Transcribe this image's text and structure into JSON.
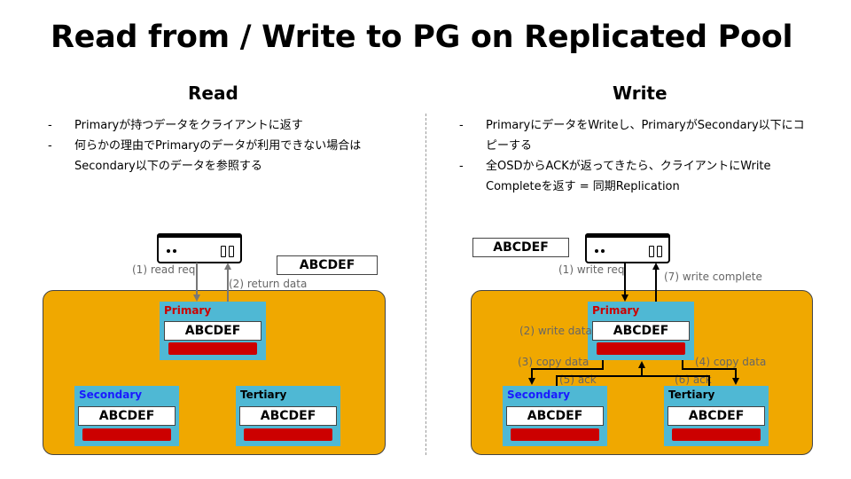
{
  "title": "Read from / Write to PG on Replicated Pool",
  "read": {
    "heading": "Read",
    "bullets": [
      "Primaryが持つデータをクライアントに返す",
      "何らかの理由でPrimaryのデータが利用できない場合は Secondary以下のデータを参照する"
    ],
    "object": "ABCDEF",
    "steps": {
      "read_req": "(1) read req",
      "return_data": "(2) return data"
    },
    "nodes": {
      "primary": {
        "label": "Primary",
        "data": "ABCDEF",
        "color": "#cc0000"
      },
      "secondary": {
        "label": "Secondary",
        "data": "ABCDEF",
        "color": "#1a1aff"
      },
      "tertiary": {
        "label": "Tertiary",
        "data": "ABCDEF",
        "color": "#000000"
      }
    }
  },
  "write": {
    "heading": "Write",
    "bullets": [
      "PrimaryにデータをWriteし、PrimaryがSecondary以下にコピーする",
      "全OSDからACKが返ってきたら、クライアントにWrite Completeを返す = 同期Replication"
    ],
    "object": "ABCDEF",
    "steps": {
      "write_req": "(1) write req",
      "write_data": "(2) write data",
      "copy_data_left": "(3) copy data",
      "copy_data_right": "(4) copy data",
      "ack_left": "(5) ack",
      "ack_right": "(6) ack",
      "write_complete": "(7) write complete"
    },
    "nodes": {
      "primary": {
        "label": "Primary",
        "data": "ABCDEF",
        "color": "#cc0000"
      },
      "secondary": {
        "label": "Secondary",
        "data": "ABCDEF",
        "color": "#1a1aff"
      },
      "tertiary": {
        "label": "Tertiary",
        "data": "ABCDEF",
        "color": "#000000"
      }
    }
  },
  "colors": {
    "pool": "#f0a800",
    "node": "#4fb8d4",
    "bar": "#cc0000",
    "arrow_read": "#777777",
    "arrow_write": "#000000"
  },
  "icons": {
    "client": "server-icon"
  }
}
